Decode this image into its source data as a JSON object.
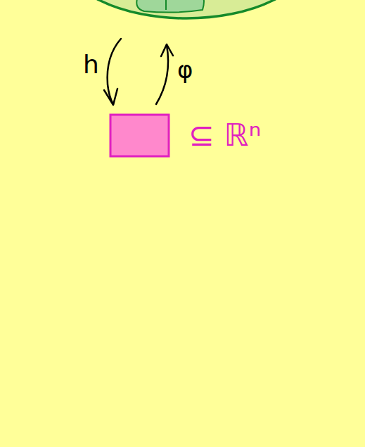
{
  "diagram": {
    "labels": [
      "h",
      "φ",
      "⊆ ℝⁿ"
    ]
  }
}
